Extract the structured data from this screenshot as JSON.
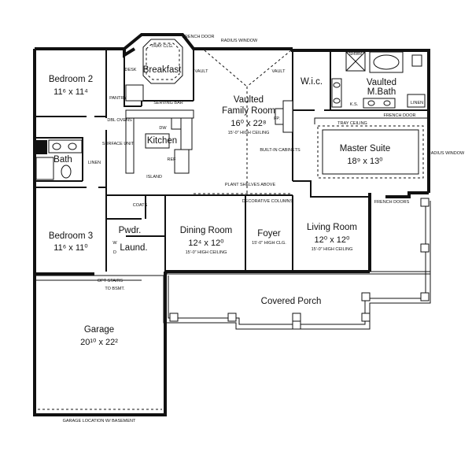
{
  "rooms": {
    "bedroom2": {
      "name": "Bedroom 2",
      "dim": "11⁶ x 11⁴"
    },
    "breakfast": {
      "name": "Breakfast"
    },
    "family": {
      "name": "Vaulted\nFamily Room",
      "name1": "Vaulted",
      "name2": "Family Room",
      "dim": "16⁰ x 22⁸",
      "note": "15'-0\" HIGH CEILING"
    },
    "wic": {
      "name": "W.i.c."
    },
    "mbath": {
      "name1": "Vaulted",
      "name2": "M.Bath"
    },
    "kitchen": {
      "name": "Kitchen"
    },
    "bath": {
      "name": "Bath"
    },
    "master": {
      "name": "Master Suite",
      "dim": "18⁹ x 13⁰"
    },
    "bedroom3": {
      "name": "Bedroom 3",
      "dim": "11⁶ x 11⁰"
    },
    "pwdr": {
      "name": "Pwdr."
    },
    "laund": {
      "name": "Laund."
    },
    "dining": {
      "name": "Dining Room",
      "dim": "12⁴ x 12⁰",
      "note": "15'-0\" HIGH CEILING"
    },
    "foyer": {
      "name": "Foyer",
      "note": "15'-0\" HIGH CLG."
    },
    "living": {
      "name": "Living Room",
      "dim": "12⁰ x 12⁰",
      "note": "15'-0\" HIGH CEILING"
    },
    "porch": {
      "name": "Covered Porch"
    },
    "garage": {
      "name": "Garage",
      "dim": "20¹⁰ x 22²"
    }
  },
  "notes": {
    "tray_clg": "TRAY CLG.",
    "french_door_top": "FRENCH DOOR",
    "radius_window_top": "RADIUS WINDOW",
    "desk": "DESK",
    "pantry": "PANTRY",
    "serving_bar": "SERVING BAR",
    "dbl_ovens": "DBL OVENS",
    "dw": "DW",
    "surface_unit": "SURFACE UNIT",
    "island": "ISLAND",
    "ref": "REF",
    "linen_bath": "LINEN",
    "vault_left": "VAULT",
    "vault_right": "VAULT",
    "fp": "FP.",
    "built_in": "BUILT-IN CABINETS",
    "shwr": "SHWR",
    "ks": "K.S.",
    "linen_mbath": "LINEN",
    "french_door_mbath": "FRENCH DOOR",
    "tray_ceiling": "TRAY CEILING",
    "radius_window_right": "RADIUS WINDOW",
    "plant_shelves": "PLANT SHELVES ABOVE",
    "decorative_columns": "DECORATIVE COLUMNS",
    "coats": "COATS",
    "french_doors_living": "FRENCH DOORS",
    "opt_stairs": "OPT STAIRS",
    "to_bsmt": "TO BSMT.",
    "garage_location": "GARAGE LOCATION W/ BASEMENT",
    "w": "W",
    "d": "D"
  }
}
